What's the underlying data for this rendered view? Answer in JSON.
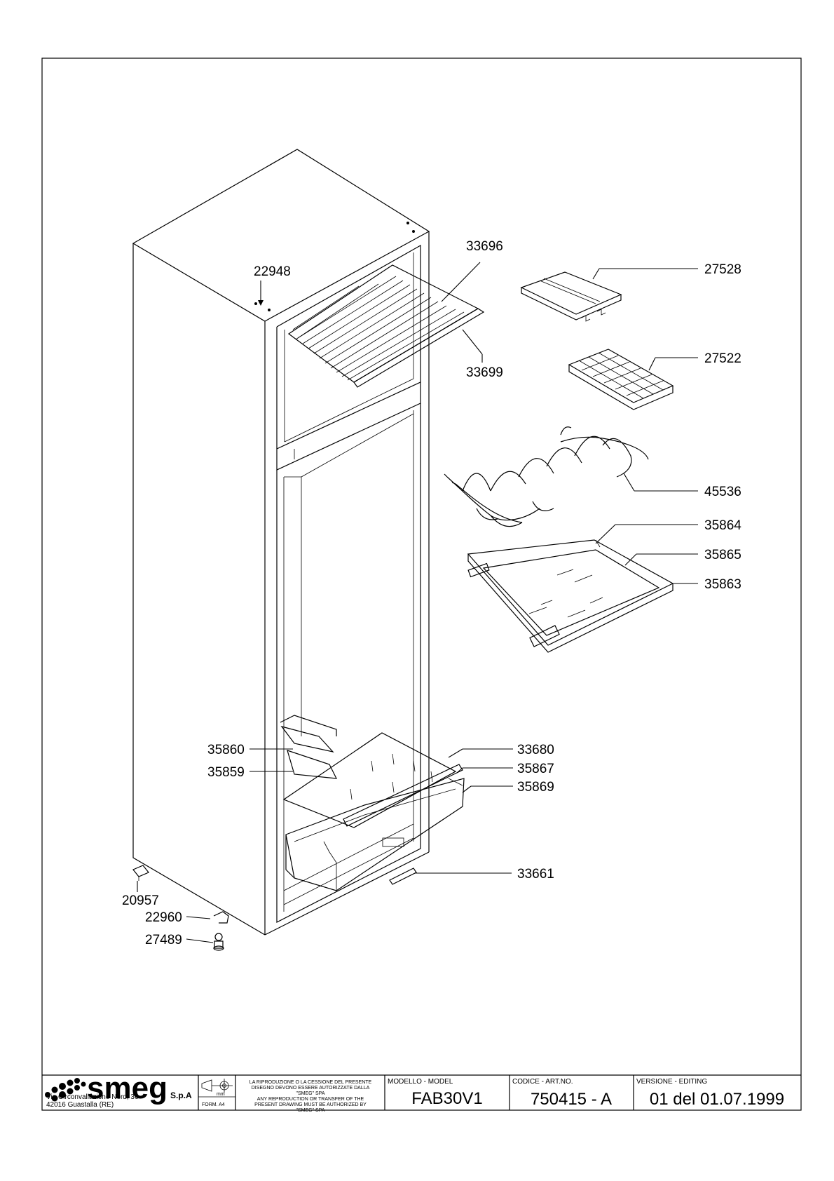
{
  "drawing": {
    "part_labels": [
      {
        "id": "p22948",
        "text": "22948"
      },
      {
        "id": "p33696",
        "text": "33696"
      },
      {
        "id": "p33699",
        "text": "33699"
      },
      {
        "id": "p27528",
        "text": "27528"
      },
      {
        "id": "p27522",
        "text": "27522"
      },
      {
        "id": "p45536",
        "text": "45536"
      },
      {
        "id": "p35864",
        "text": "35864"
      },
      {
        "id": "p35865",
        "text": "35865"
      },
      {
        "id": "p35863",
        "text": "35863"
      },
      {
        "id": "p35860",
        "text": "35860"
      },
      {
        "id": "p35859",
        "text": "35859"
      },
      {
        "id": "p33680",
        "text": "33680"
      },
      {
        "id": "p35867",
        "text": "35867"
      },
      {
        "id": "p35869",
        "text": "35869"
      },
      {
        "id": "p33661",
        "text": "33661"
      },
      {
        "id": "p20957",
        "text": "20957"
      },
      {
        "id": "p22960",
        "text": "22960"
      },
      {
        "id": "p27489",
        "text": "27489"
      }
    ]
  },
  "title_block": {
    "logo_text": "smeg",
    "logo_suffix": "S.p.A",
    "address_line1": "Via Circonvallazione Nord, 36",
    "address_line2": "42016  Guastalla (RE)",
    "unit_mark": "mm",
    "form_label": "FORM. A4",
    "notice_lines": [
      "LA RIPRODUZIONE O LA CESSIONE DEL PRESENTE",
      "DISEGNO DEVONO ESSERE AUTORIZZATE DALLA",
      "\"SMEG\" SPA",
      "ANY REPRODUCTION OR TRANSFER OF THE",
      "PRESENT DRAWING MUST BE AUTHORIZED BY",
      "\"SMEG\" SPA"
    ],
    "model_label": "MODELLO - MODEL",
    "model_value": "FAB30V1",
    "code_label": "CODICE - ART.NO.",
    "code_value": "750415 - A",
    "version_label": "VERSIONE - EDITING",
    "version_value": "01 del 01.07.1999"
  }
}
